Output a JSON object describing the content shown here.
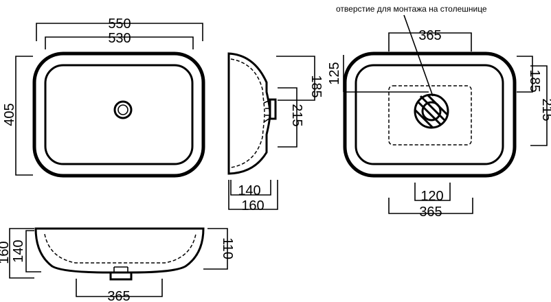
{
  "note": {
    "mounting_hole": "отверстие для монтажа на столешнице"
  },
  "top_view": {
    "width_outer": "550",
    "width_inner": "530",
    "depth": "405"
  },
  "side_view": {
    "height_top": "185",
    "height_mid": "215",
    "depth_inner": "140",
    "depth_outer": "160"
  },
  "bottom_view": {
    "width_top": "365",
    "height_left": "125",
    "height_right_inner": "185",
    "height_right_outer": "215",
    "width_bottom_inner": "120",
    "width_bottom_outer": "365"
  },
  "front_view": {
    "height_outer": "160",
    "height_inner": "140",
    "height_right": "110",
    "width_bottom": "365"
  }
}
